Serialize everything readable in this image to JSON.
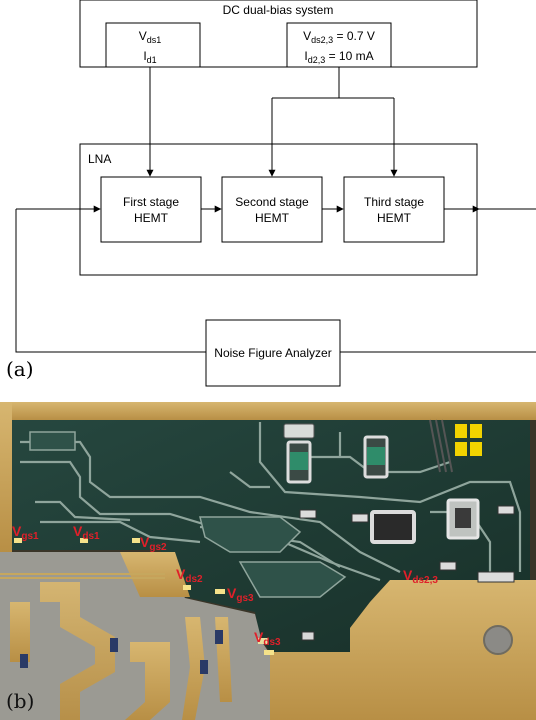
{
  "panel_a": {
    "label": "(a)",
    "dc_system": {
      "title": "DC dual-bias system",
      "v_ds1_main": "V",
      "v_ds1_sub": "ds1",
      "i_d1_main": "I",
      "i_d1_sub": "d1",
      "v_ds23_main": "V",
      "v_ds23_sub": "ds2,3",
      "v_ds23_value": " = 0.7 V",
      "i_d23_main": "I",
      "i_d23_sub": "d2,3",
      "i_d23_value": " = 10 mA"
    },
    "lna": {
      "label": "LNA",
      "stages": [
        {
          "line1": "First stage",
          "line2": "HEMT"
        },
        {
          "line1": "Second stage",
          "line2": "HEMT"
        },
        {
          "line1": "Third stage",
          "line2": "HEMT"
        }
      ]
    },
    "nfa_label": "Noise Figure Analyzer"
  },
  "panel_b": {
    "label": "(b)",
    "probe_labels": [
      {
        "main": "V",
        "sub": "gs1"
      },
      {
        "main": "V",
        "sub": "ds1"
      },
      {
        "main": "V",
        "sub": "gs2"
      },
      {
        "main": "V",
        "sub": "ds2"
      },
      {
        "main": "V",
        "sub": "gs3"
      },
      {
        "main": "V",
        "sub": "ds3"
      },
      {
        "main": "V",
        "sub": "ds2,3"
      }
    ]
  },
  "colors": {
    "line": "#000000",
    "label_red": "#e0202a",
    "board_green": "#1f3a33",
    "gold": "#c9a45a",
    "substrate": "#9c9a92"
  }
}
